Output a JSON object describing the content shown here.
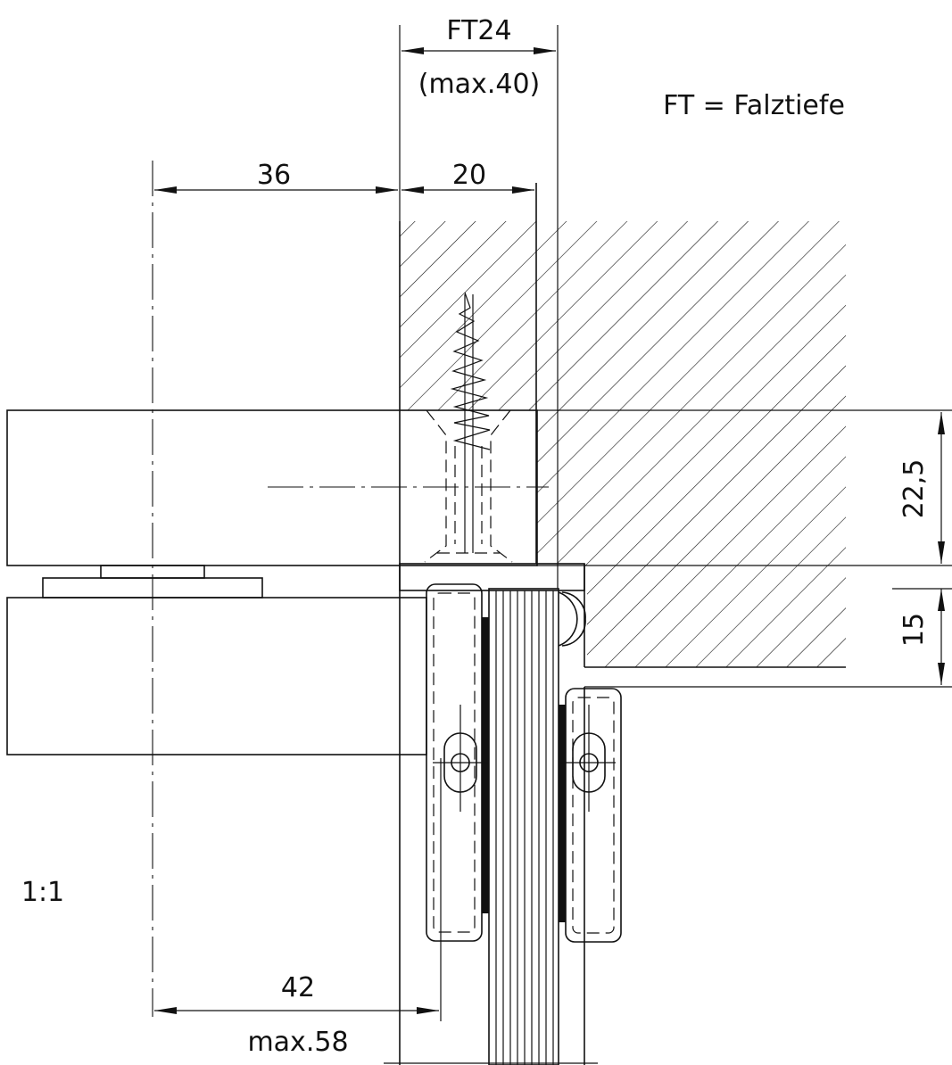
{
  "dimensions": {
    "ft": "FT24",
    "ft_max": "(max.40)",
    "width_36": "36",
    "width_20": "20",
    "height_22_5": "22,5",
    "height_15": "15",
    "depth_42": "42",
    "depth_max": "max.58"
  },
  "legend": {
    "ft_definition": "FT = Falztiefe"
  },
  "scale": "1:1",
  "colors": {
    "line": "#111111",
    "background": "#ffffff"
  }
}
